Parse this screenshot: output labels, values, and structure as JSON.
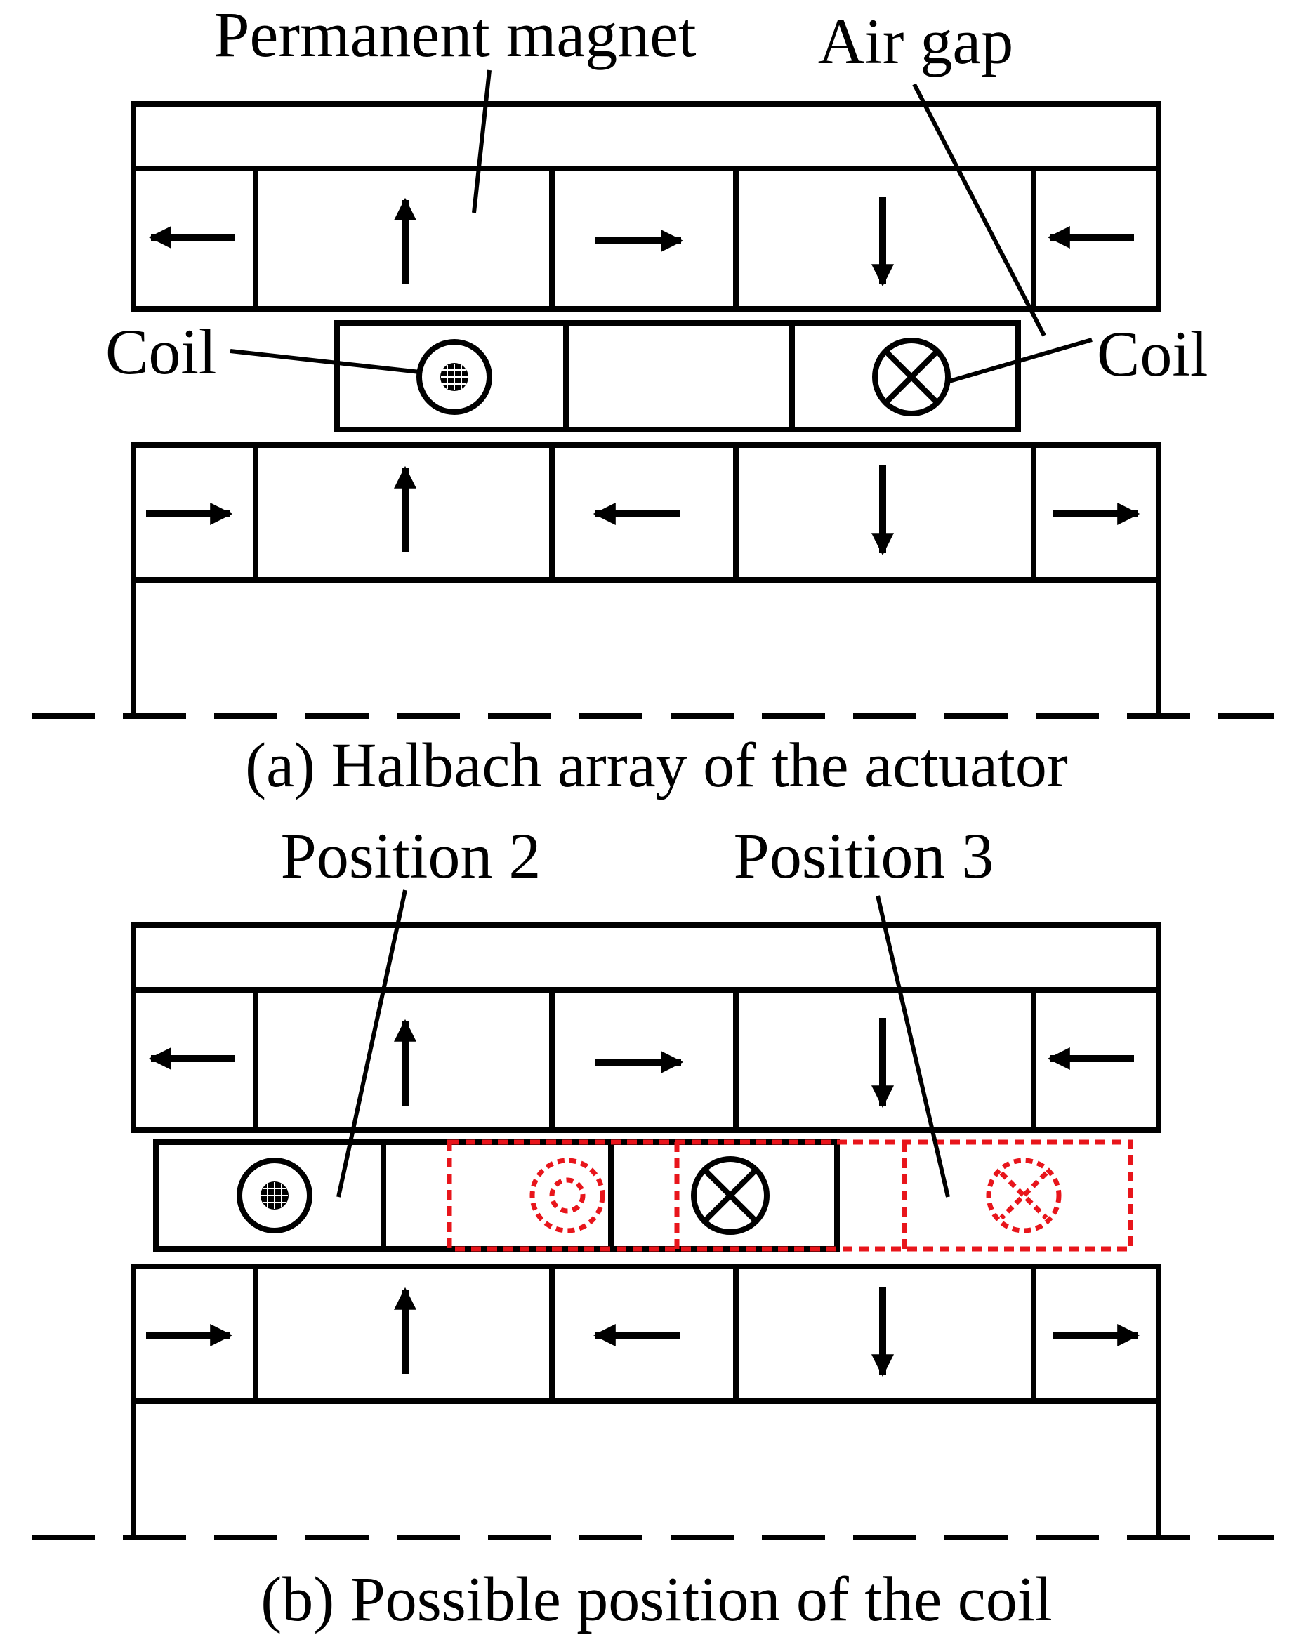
{
  "panel_a": {
    "caption": "(a) Halbach array of the actuator",
    "label_permanent_magnet": "Permanent magnet",
    "label_air_gap": "Air gap",
    "label_coil_left": "Coil",
    "label_coil_right": "Coil",
    "upper_magnet_arrows": [
      "left",
      "up",
      "right",
      "down",
      "left"
    ],
    "lower_magnet_arrows": [
      "right",
      "up",
      "left",
      "down",
      "right"
    ],
    "coil_current": [
      "out-of-page-icon",
      "into-page-icon"
    ]
  },
  "panel_b": {
    "caption": "(b) Possible position of the coil",
    "label_position_2": "Position 2",
    "label_position_3": "Position 3",
    "upper_magnet_arrows": [
      "left",
      "up",
      "right",
      "down",
      "left"
    ],
    "lower_magnet_arrows": [
      "right",
      "up",
      "left",
      "down",
      "right"
    ],
    "position_3_color": "#e8151b"
  },
  "colors": {
    "line": "#000000",
    "highlight": "#e8151b"
  }
}
